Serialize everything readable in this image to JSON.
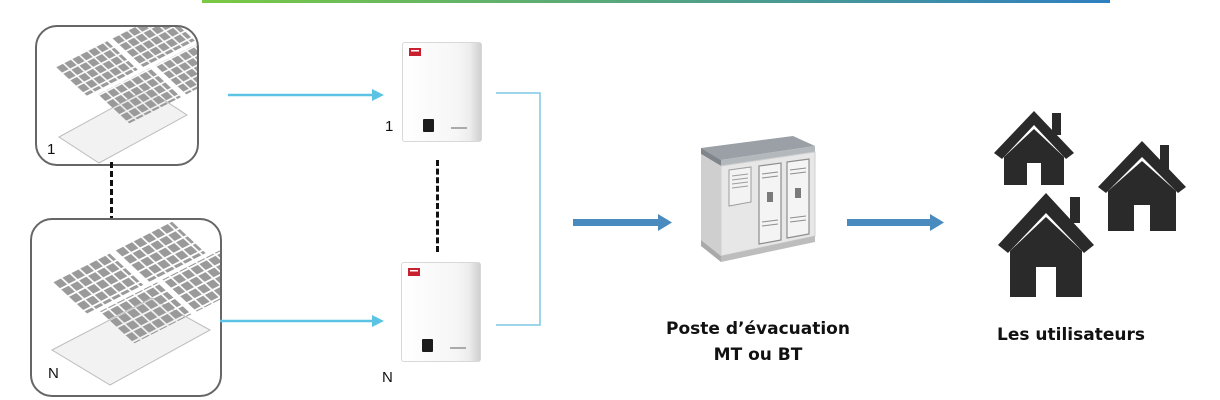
{
  "colors": {
    "top_bar_start": "#7ac943",
    "top_bar_end": "#2e7fc1",
    "light_arrow": "#5bc3e4",
    "heavy_arrow": "#4a8bbf",
    "connector": "#7dc7e3",
    "house": "#2a2a2a",
    "panel_cell": "#9a9a9a"
  },
  "panels": {
    "first_label": "1",
    "last_label": "N"
  },
  "inverters": {
    "first_label": "1",
    "last_label": "N"
  },
  "substation": {
    "caption_line1": "Poste d’évacuation",
    "caption_line2": "MT ou BT"
  },
  "users": {
    "caption": "Les utilisateurs",
    "icons": [
      "house-icon",
      "house-icon",
      "house-icon"
    ]
  }
}
